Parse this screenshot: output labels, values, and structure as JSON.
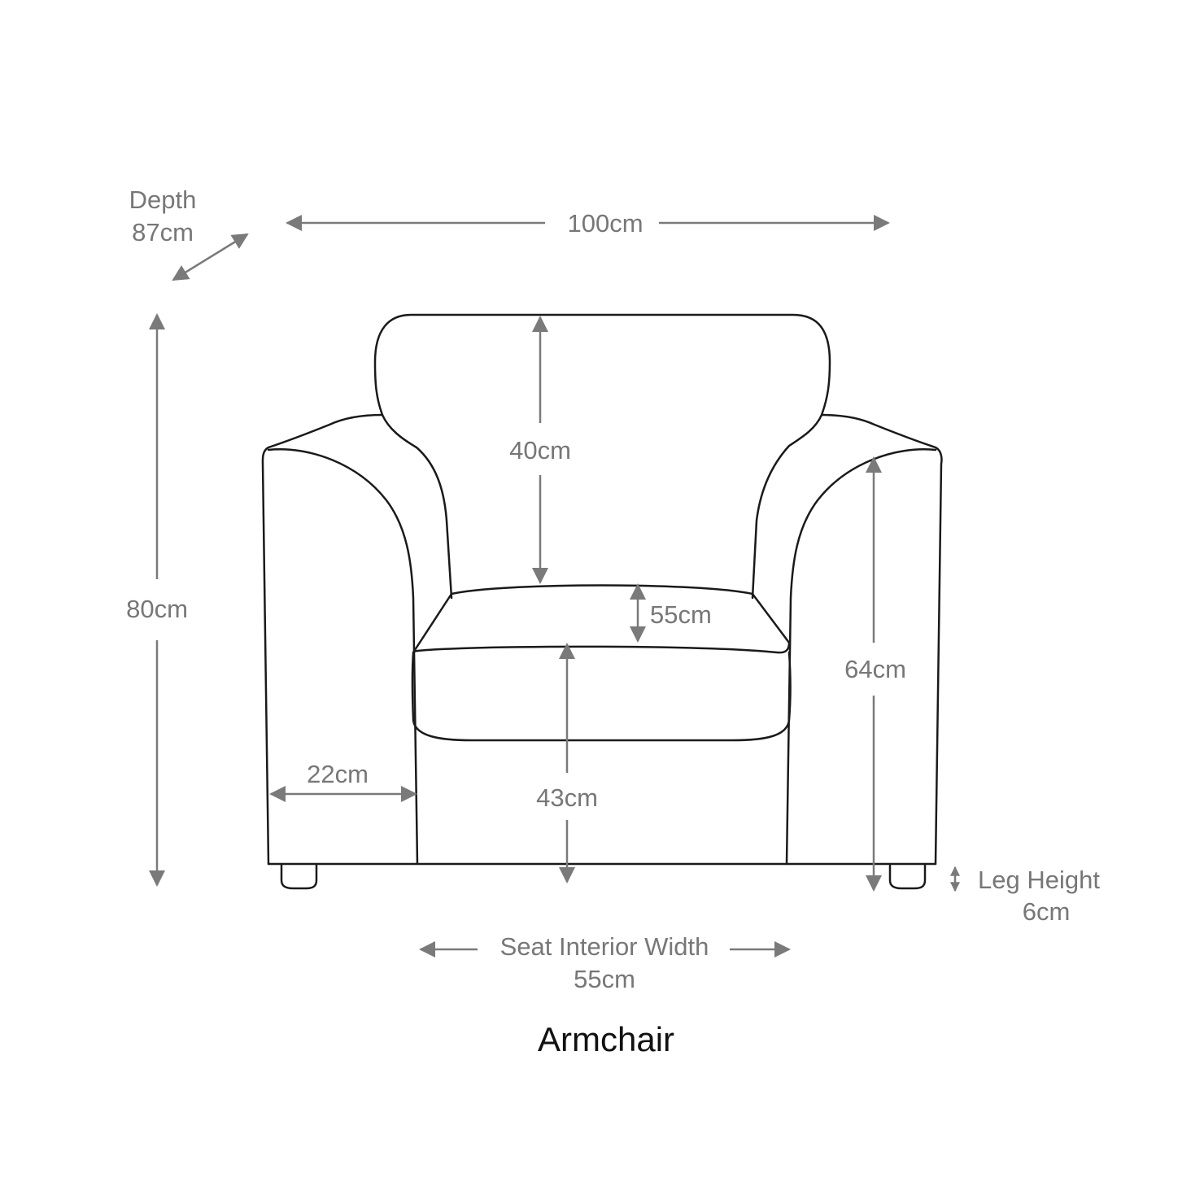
{
  "title": "Armchair",
  "dimensions": {
    "depth_label": "Depth",
    "depth_value": "87cm",
    "overall_width": "100cm",
    "overall_height": "80cm",
    "back_height": "40cm",
    "seat_cushion_depth": "55cm",
    "arm_height": "64cm",
    "arm_width": "22cm",
    "seat_height": "43cm",
    "leg_height_label": "Leg Height",
    "leg_height_value": "6cm",
    "seat_interior_width_label": "Seat Interior Width",
    "seat_interior_width_value": "55cm"
  },
  "colors": {
    "outline": "#1a1a1a",
    "dimension": "#7a7a7a",
    "background": "#ffffff"
  }
}
